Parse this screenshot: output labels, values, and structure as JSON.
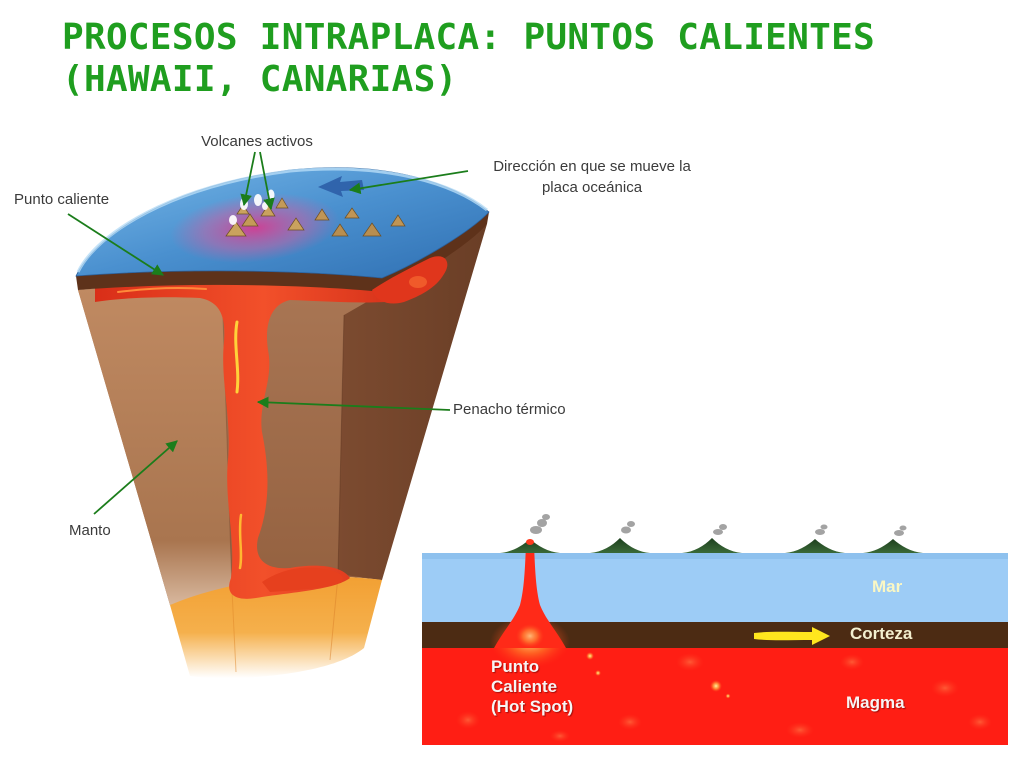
{
  "slide": {
    "title": [
      "PROCESOS INTRAPLACA: PUNTOS CALIENTES",
      "(HAWAII, CANARIAS)"
    ]
  },
  "earth_section": {
    "active_volcanoes": "Volcanes activos",
    "plate_direction": [
      "Dirección en que se mueve la",
      "placa oceánica"
    ],
    "hot_spot": "Punto caliente",
    "thermal_plume": "Penacho térmico",
    "mantle": "Manto"
  },
  "cross_section": {
    "sea": "Mar",
    "crust": "Corteza",
    "hot_spot": [
      "Punto",
      "Caliente",
      "(Hot Spot)"
    ],
    "magma": "Magma"
  },
  "colors": {
    "title": "#1f9e1f",
    "annotation_arrow": "#1b7d1b",
    "sea": "#9dccf6",
    "crust": "#4c2b13",
    "magma": "#ff1e14",
    "plate_motion_arrow": "#ffe61e"
  }
}
